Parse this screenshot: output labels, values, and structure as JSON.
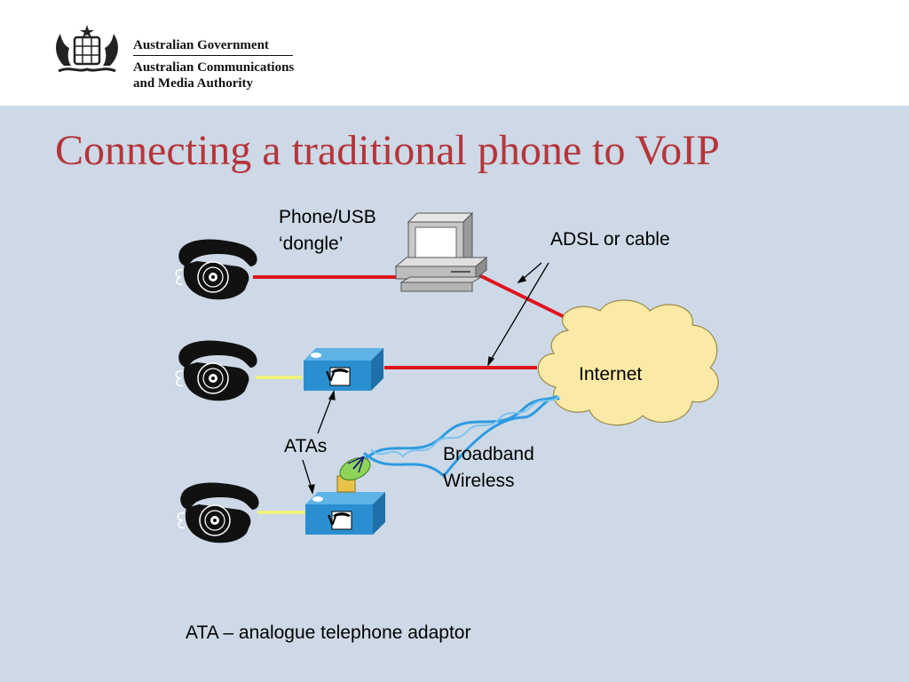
{
  "header": {
    "org_line1": "Australian Government",
    "org_line2": "Australian Communications",
    "org_line3": "and Media Authority",
    "crest_icon": "coat-of-arms-icon"
  },
  "slide": {
    "title": "Connecting a traditional phone to VoIP"
  },
  "diagram": {
    "label_dongle_1": "Phone/USB",
    "label_dongle_2": "‘dongle’",
    "label_adsl": "ADSL or cable",
    "label_internet": "Internet",
    "label_atas": "ATAs",
    "label_wireless_1": "Broadband",
    "label_wireless_2": "Wireless",
    "ata_badge": "V",
    "colors": {
      "wired_link": "#e0141e",
      "phone_cord": "#f0f07a",
      "ata_box": "#2a8fd0",
      "cloud": "#fbeaa6",
      "wireless": "#2d9be0"
    }
  },
  "footer": {
    "note": "ATA – analogue telephone adaptor"
  }
}
